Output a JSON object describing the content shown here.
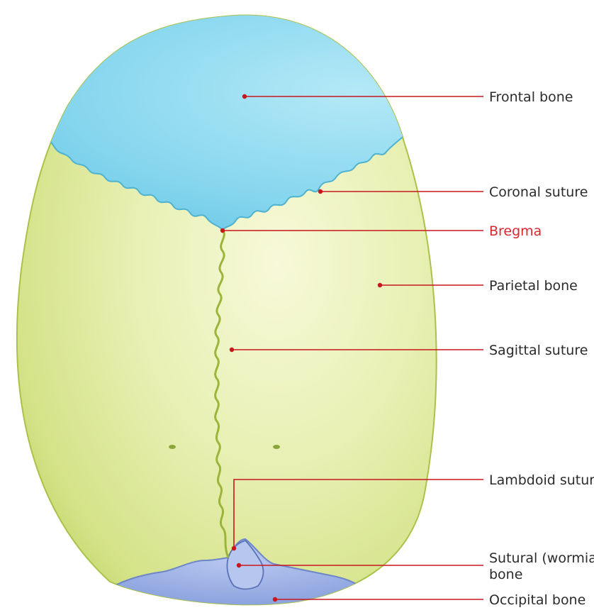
{
  "labels": {
    "frontal_bone": "Frontal bone",
    "coronal_suture": "Coronal suture",
    "bregma": "Bregma",
    "parietal_bone": "Parietal bone",
    "sagittal_suture": "Sagittal suture",
    "lambdoid_suture": "Lambdoid suture",
    "sutural_bone_line1": "Sutural (wormian)",
    "sutural_bone_line2": "bone",
    "occipital_bone": "Occipital bone"
  },
  "colors": {
    "frontal": "#7fd3ec",
    "parietal": "#dfeaa2",
    "parietal_edge": "#b9d35e",
    "occipital": "#8fa8e2",
    "wormian": "#b7c6ee",
    "leader": "#c8161e",
    "highlight_text": "#d8282f"
  }
}
